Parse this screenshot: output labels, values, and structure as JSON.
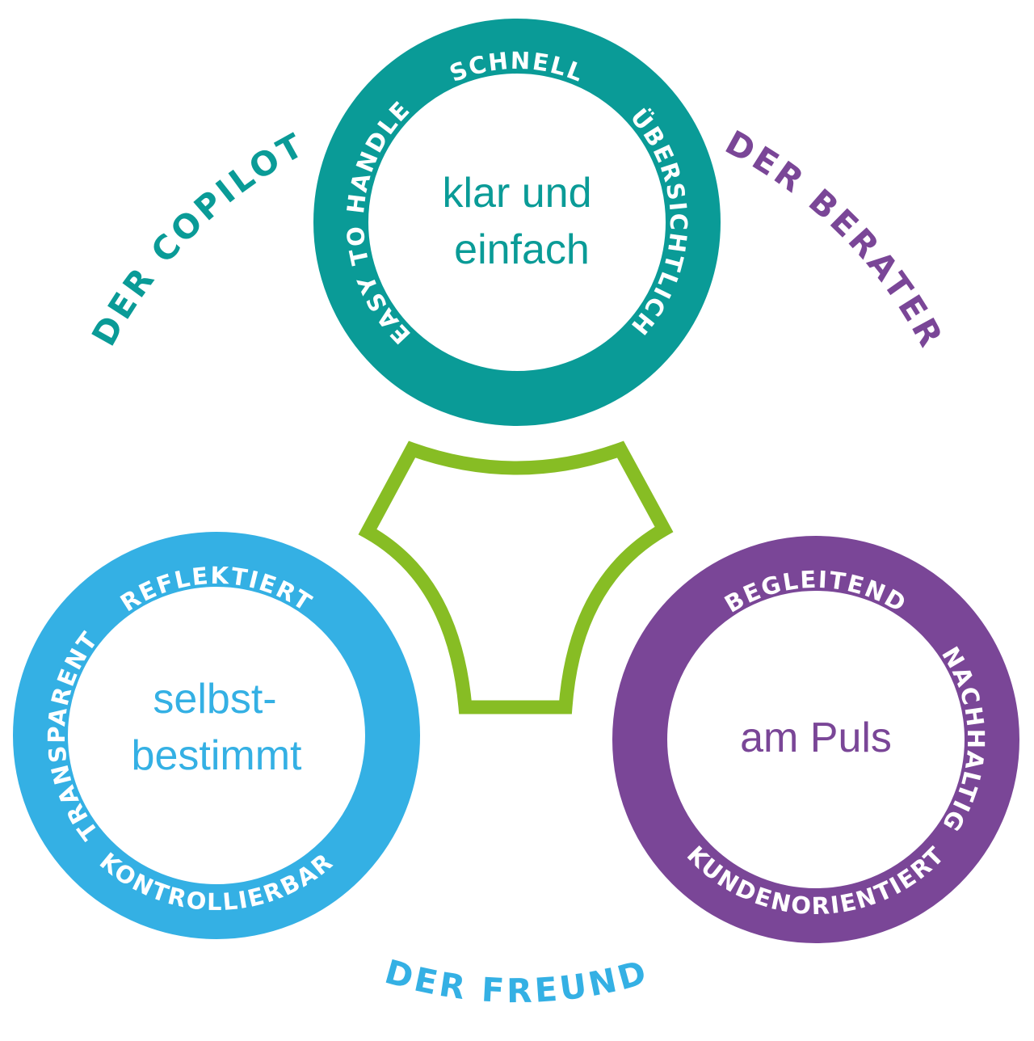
{
  "colors": {
    "teal": "#0a9b97",
    "blue": "#34b0e4",
    "purple": "#7a4697",
    "green": "#87bd24",
    "ring_text": "#ffffff"
  },
  "circles": {
    "top": {
      "center_lines": [
        "klar und",
        "einfach"
      ],
      "labels": {
        "top": "SCHNELL",
        "left": "EASY TO HANDLE",
        "right": "ÜBERSICHTLICH"
      }
    },
    "left": {
      "center_lines": [
        "selbst-",
        "bestimmt"
      ],
      "labels": {
        "top": "REFLEKTIERT",
        "left": "TRANSPARENT",
        "bottom": "KONTROLLIERBAR"
      }
    },
    "right": {
      "center_lines": [
        "am Puls"
      ],
      "labels": {
        "top": "BEGLEITEND",
        "right": "NACHHALTIG",
        "bottom": "KUNDENORIENTIERT"
      }
    }
  },
  "roles": {
    "copilot": "DER COPILOT",
    "berater": "DER BERATER",
    "freund": "DER FREUND"
  }
}
